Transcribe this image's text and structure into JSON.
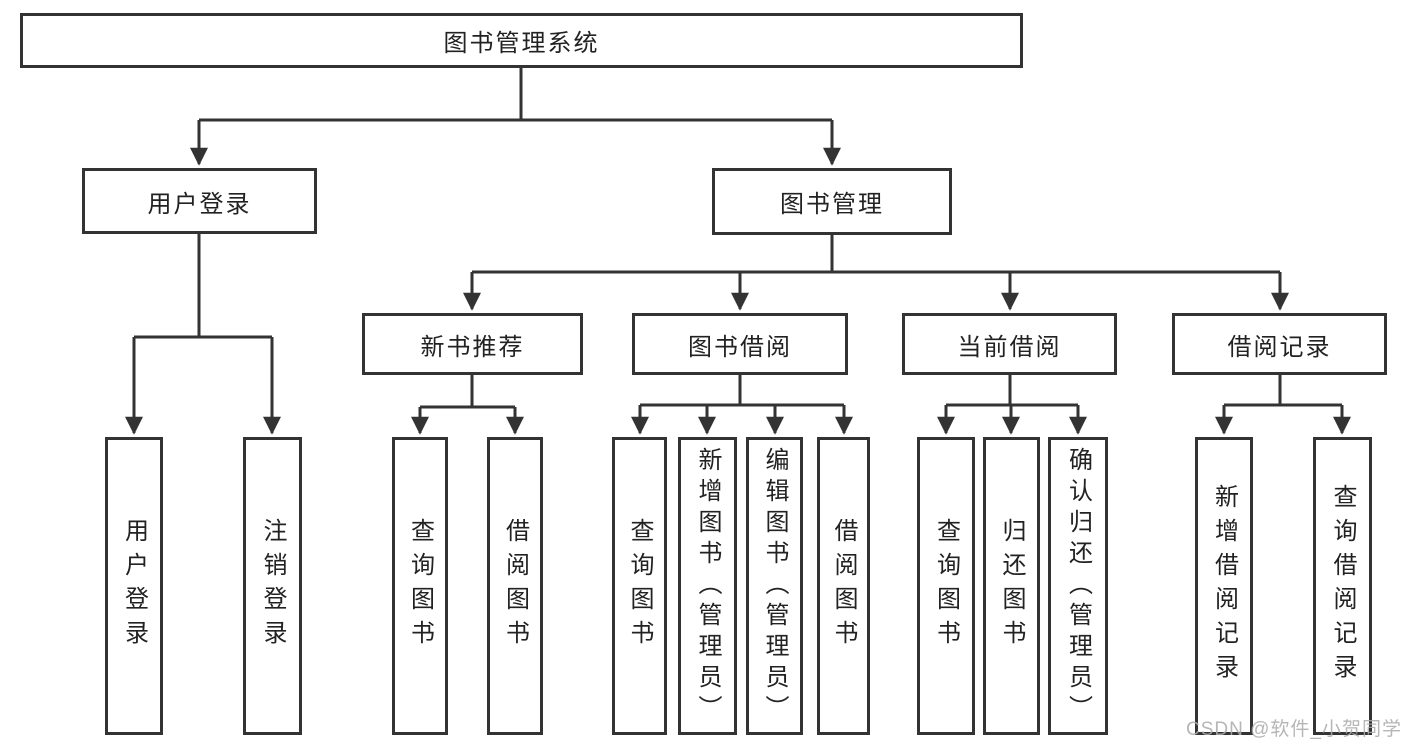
{
  "diagram": {
    "type": "hierarchy-tree",
    "title": "图书管理系统"
  },
  "nodes": {
    "root": {
      "label": "图书管理系统"
    },
    "user_login": {
      "label": "用户登录",
      "parent": "root"
    },
    "book_mgmt": {
      "label": "图书管理",
      "parent": "root"
    },
    "new_book_rec": {
      "label": "新书推荐",
      "parent": "book_mgmt"
    },
    "book_borrow": {
      "label": "图书借阅",
      "parent": "book_mgmt"
    },
    "current_borrow": {
      "label": "当前借阅",
      "parent": "book_mgmt"
    },
    "borrow_records": {
      "label": "借阅记录",
      "parent": "book_mgmt"
    },
    "leaf_user_login": {
      "label": "用户登录",
      "parent": "user_login"
    },
    "leaf_logout": {
      "label": "注销登录",
      "parent": "user_login"
    },
    "leaf_nbr_query": {
      "label": "查询图书",
      "parent": "new_book_rec"
    },
    "leaf_nbr_borrow": {
      "label": "借阅图书",
      "parent": "new_book_rec"
    },
    "leaf_bb_query": {
      "label": "查询图书",
      "parent": "book_borrow"
    },
    "leaf_bb_add": {
      "label": "新增图书（管理员）",
      "parent": "book_borrow"
    },
    "leaf_bb_edit": {
      "label": "编辑图书（管理员）",
      "parent": "book_borrow"
    },
    "leaf_bb_borrow": {
      "label": "借阅图书",
      "parent": "book_borrow"
    },
    "leaf_cb_query": {
      "label": "查询图书",
      "parent": "current_borrow"
    },
    "leaf_cb_return": {
      "label": "归还图书",
      "parent": "current_borrow"
    },
    "leaf_cb_confirm": {
      "label": "确认归还（管理员）",
      "parent": "current_borrow"
    },
    "leaf_br_add": {
      "label": "新增借阅记录",
      "parent": "borrow_records"
    },
    "leaf_br_query": {
      "label": "查询借阅记录",
      "parent": "borrow_records"
    }
  },
  "watermark": {
    "text": "CSDN @软件_小贺同学"
  },
  "colors": {
    "background": "#ffffff",
    "line": "#333333",
    "box_border": "#333333",
    "text": "#222222",
    "watermark": "#acacac"
  }
}
